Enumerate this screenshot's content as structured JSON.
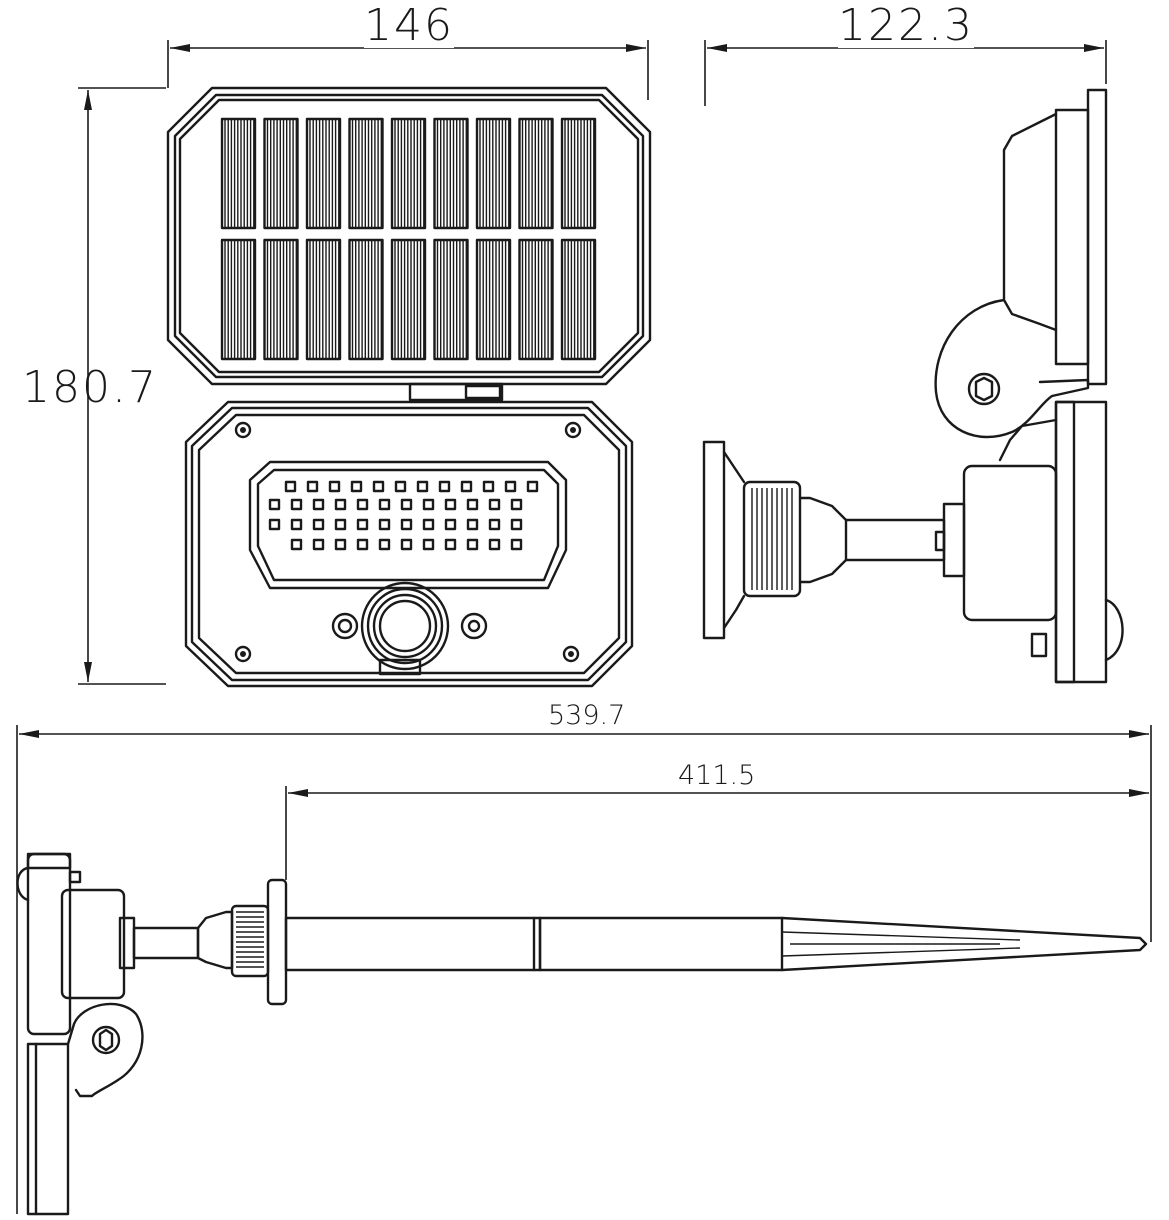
{
  "dimensions": {
    "top_width": "146",
    "side_depth": "122.3",
    "front_height": "180.7",
    "total_length": "539.7",
    "stake_length": "411.5"
  }
}
